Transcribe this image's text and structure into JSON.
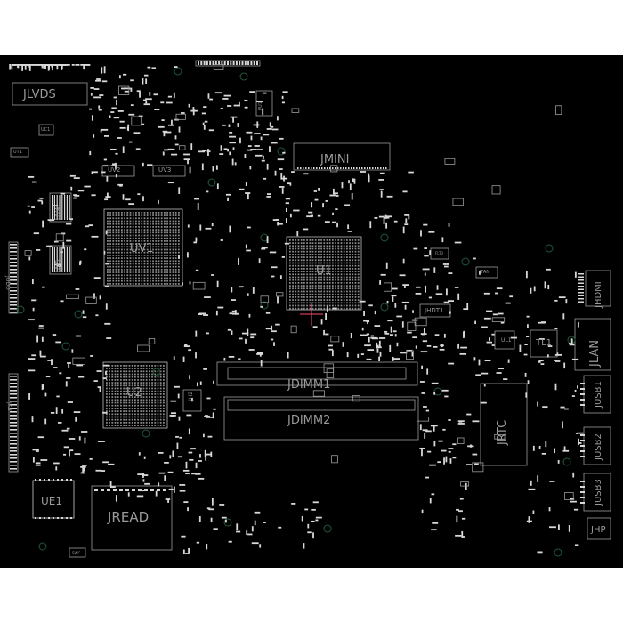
{
  "colors": {
    "board": "#000000",
    "silk": "#9c9c9c",
    "pad": "#d8d8d8",
    "marker": "#ff4a6a",
    "hole": "#1f5a3a"
  },
  "labels": {
    "jlvds": "JLVDS",
    "jmini": "JMINI",
    "uv1": "UV1",
    "uv2": "UV2",
    "u1": "U1",
    "u2": "U2",
    "jdimm1": "JDIMM1",
    "jdimm2": "JDIMM2",
    "jrtc": "JRTC",
    "jlan": "JLAN",
    "jhdmi": "JHDMI",
    "jusb1": "JUSB1",
    "jusb2": "JUSB2",
    "jusb3": "JUSB3",
    "jhp": "JHP",
    "jread": "JREAD",
    "ue1": "UE1",
    "tl1": "TL1",
    "ul1": "UL1",
    "jhdt1": "JHDT1",
    "jfan": "JFAN",
    "jodd": "JODD",
    "jkb": "JKB",
    "jh2": "JH2",
    "ut1": "UT1",
    "uc1": "UC1",
    "pu1": "PU1",
    "uv2s": "UV2",
    "uv3": "UV3",
    "uv4": "UV4",
    "uv5": "UV5",
    "swc": "SWC",
    "fl": "FLT3"
  }
}
